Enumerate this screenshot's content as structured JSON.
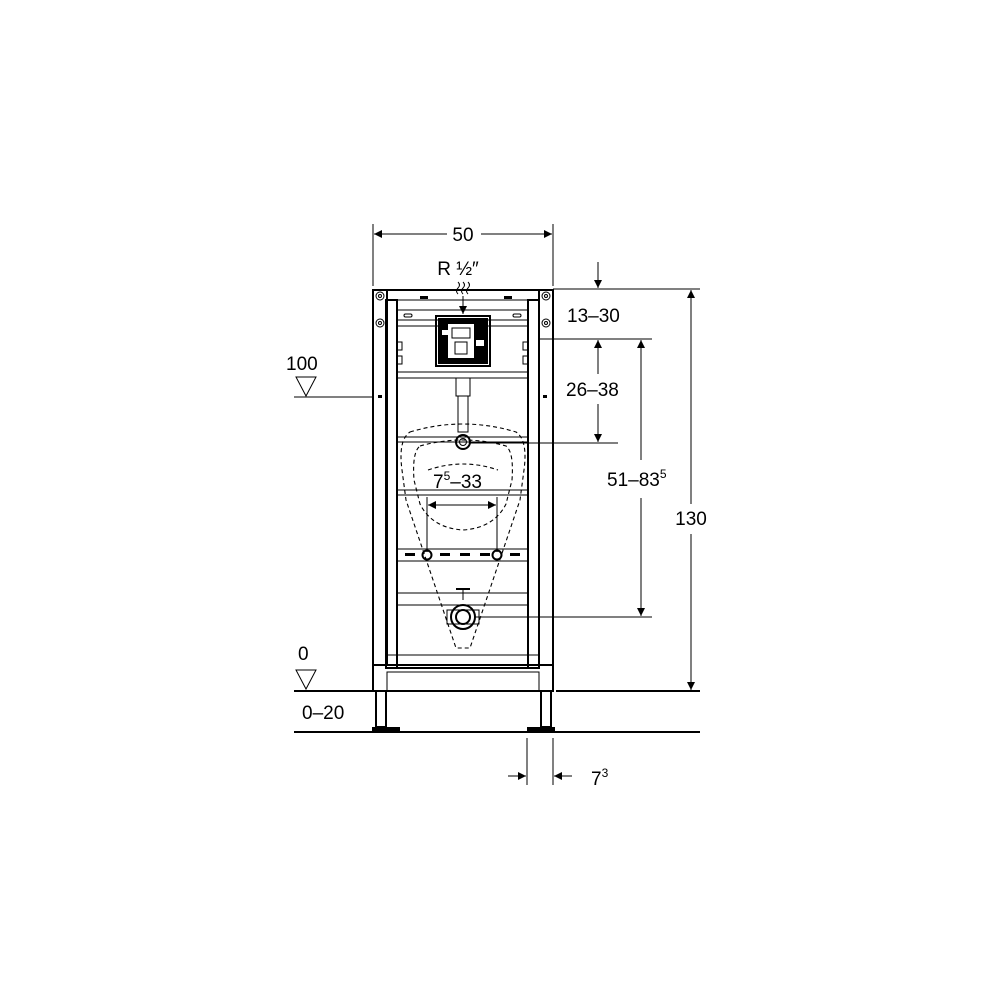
{
  "dimensions": {
    "width": "50",
    "connection": "R ½″",
    "top_range": "13–30",
    "valve_range": "26–38",
    "spacing_main": "7",
    "spacing_sup": "5",
    "spacing_end": "–33",
    "outlet_main": "51–83",
    "outlet_sup": "5",
    "total_height": "130",
    "level_100": "100",
    "level_0": "0",
    "floor_range": "0–20",
    "foot_main": "7",
    "foot_sup": "3"
  }
}
